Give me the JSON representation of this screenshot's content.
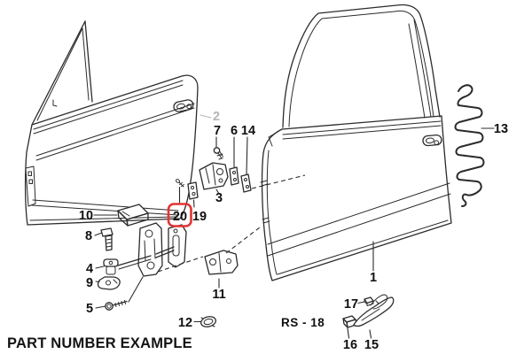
{
  "diagram": {
    "caption": "PART NUMBER EXAMPLE",
    "code_label": "RS - 18",
    "highlighted_part": "20",
    "colors": {
      "background": "#ffffff",
      "line": "#2b2b2b",
      "label": "#101010",
      "faded_label": "#b5b5b5",
      "highlight_box": "#e23434"
    },
    "part_labels": {
      "p1": "1",
      "p2": "2",
      "p3": "3",
      "p4": "4",
      "p5": "5",
      "p6": "6",
      "p7": "7",
      "p8": "8",
      "p9": "9",
      "p10": "10",
      "p11": "11",
      "p12": "12",
      "p13": "13",
      "p14": "14",
      "p15": "15",
      "p16": "16",
      "p17": "17",
      "p19": "19",
      "p20": "20"
    }
  }
}
